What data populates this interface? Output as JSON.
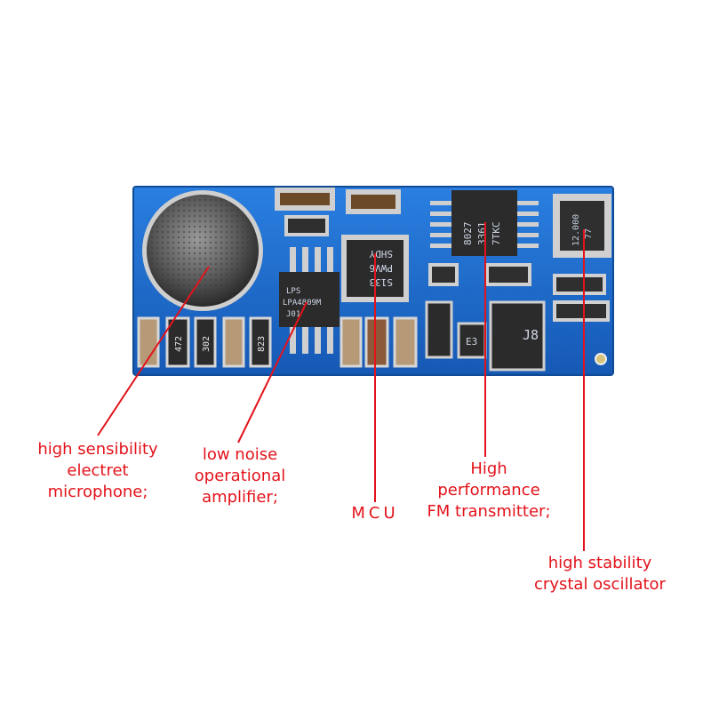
{
  "colors": {
    "pcb": "#1f6fd0",
    "pcb_dark": "#1558ad",
    "callout": "#e3131b",
    "chip": "#2b2b2b",
    "pad": "#d8d8d8"
  },
  "chip_markings": {
    "resistor_1": "472",
    "resistor_2": "302",
    "resistor_3": "823",
    "opamp_line1": "LPS",
    "opamp_line2": "LPA4809M",
    "opamp_line3": "J01",
    "mcu_line1": "S133",
    "mcu_line2": "PWV6",
    "mcu_line3": "SHDY",
    "fm_line1": "8027",
    "fm_line2": "3361",
    "fm_line3": "7TKC",
    "transistor_1": "E3",
    "transistor_2": "J8",
    "crystal_line1": "12.000",
    "crystal_line2": "77"
  },
  "callouts": {
    "microphone": [
      "high sensibility",
      "electret",
      "microphone;"
    ],
    "amplifier": [
      "low noise",
      "operational",
      "amplifier;"
    ],
    "mcu": [
      "MCU"
    ],
    "fm": [
      "High",
      "performance",
      "FM transmitter;"
    ],
    "crystal": [
      "high stability",
      "crystal oscillator"
    ]
  }
}
